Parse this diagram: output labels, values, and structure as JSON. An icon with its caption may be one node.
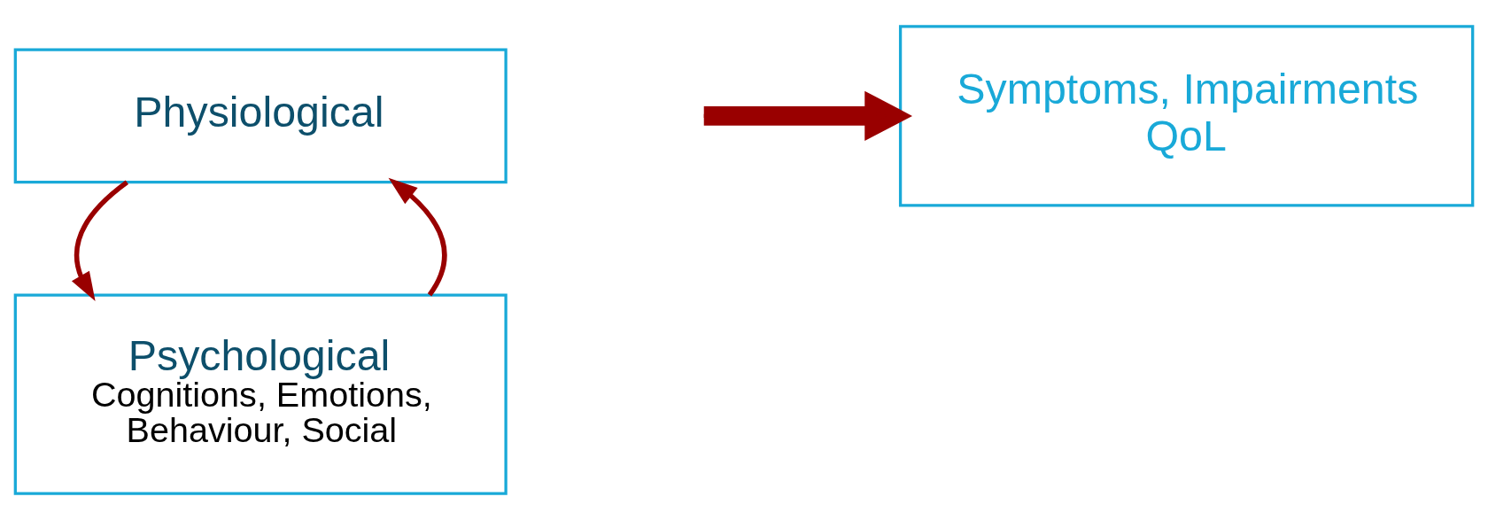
{
  "diagram": {
    "nodes": [
      {
        "text": [
          "Physiological"
        ]
      },
      {
        "text": [
          "Psychological",
          "Cognitions, Emotions, Behaviour, Social"
        ]
      },
      {
        "text": [
          "Symptoms, Impairments QoL"
        ]
      }
    ],
    "edges": [
      {
        "from": 1,
        "to": 0,
        "arrow": "to"
      },
      {
        "from": 0,
        "to": 1,
        "arrow": "to"
      },
      {
        "from": null,
        "to": 2,
        "arrow": "to",
        "style": "thick"
      }
    ]
  }
}
